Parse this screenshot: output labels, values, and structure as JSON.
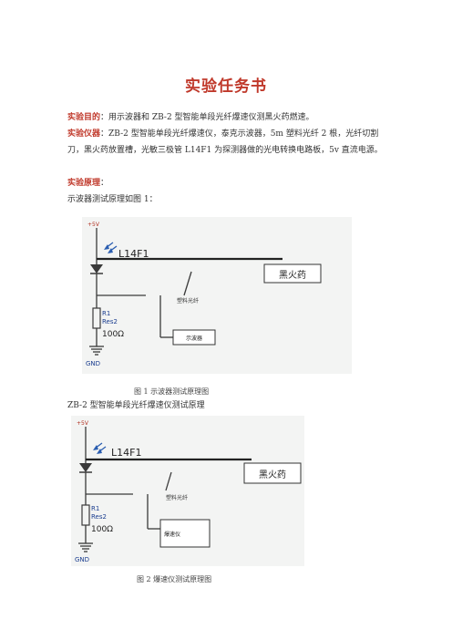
{
  "document": {
    "title": "实验任务书",
    "purpose_label": "实验目的",
    "purpose_sep": "：",
    "purpose_text": "用示波器和 ZB-2 型智能单段光纤爆速仪测黑火药燃速。",
    "instruments_label": "实验仪器",
    "instruments_sep": "：",
    "instruments_text": "ZB-2 型智能单段光纤爆速仪，泰克示波器，5m 塑料光纤 2 根，光纤切割刀，黑火药放置槽，光敏三极管  L14F1  为探测器做的光电转换电路板，5v 直流电源。",
    "principle_label": "实验原理",
    "principle_sep": "：",
    "intro1": "示波器测试原理如图 1：",
    "fig1_caption": "图 1  示波器测试原理图",
    "intro2": "ZB-2 型智能单段光纤爆速仪测试原理",
    "fig2_caption": "图 2  爆速仪测试原理图"
  },
  "figure1": {
    "supply": "+5V",
    "component": "L14F1",
    "target": "黑火药",
    "fiber": "塑料光纤",
    "resistor_ref": "R1",
    "resistor_type": "Res2",
    "resistor_value": "100Ω",
    "instrument": "示波器",
    "ground": "GND"
  },
  "figure2": {
    "supply": "+5V",
    "component": "L14F1",
    "target": "黑火药",
    "fiber": "塑料光纤",
    "resistor_ref": "R1",
    "resistor_type": "Res2",
    "resistor_value": "100Ω",
    "instrument": "爆速仪",
    "ground": "GND"
  }
}
